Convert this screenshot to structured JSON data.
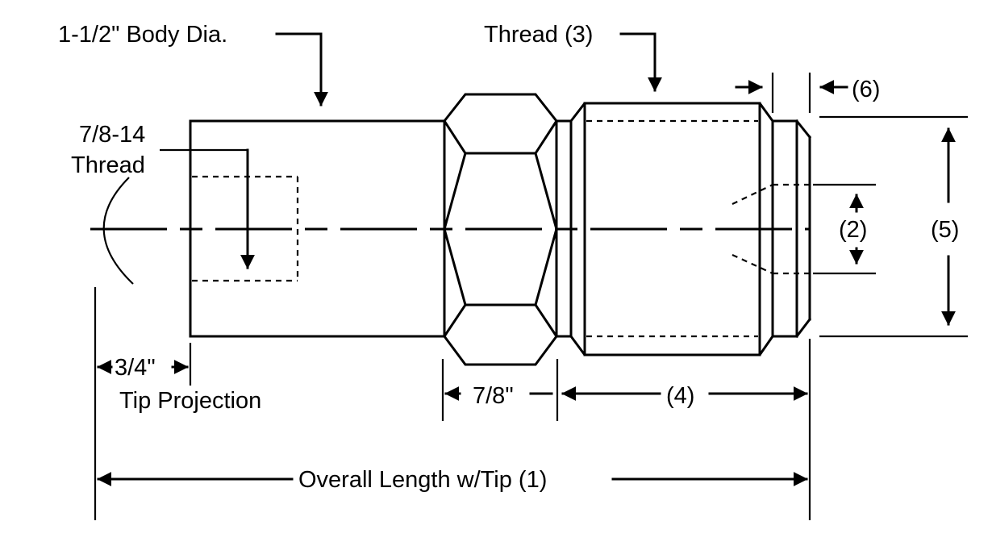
{
  "diagram": {
    "labels": {
      "body_dia": "1-1/2\" Body Dia.",
      "thread_3": "Thread (3)",
      "dim_6": "(6)",
      "thread_78_line1": "7/8-14",
      "thread_78_line2": "Thread",
      "dim_2": "(2)",
      "dim_5": "(5)",
      "tip_3_4": "3/4\"",
      "tip_projection": "Tip Projection",
      "hex_7_8": "7/8\"",
      "dim_4": "(4)",
      "overall_length": "Overall Length w/Tip (1)"
    },
    "colors": {
      "line": "#000000",
      "background": "#ffffff"
    }
  }
}
